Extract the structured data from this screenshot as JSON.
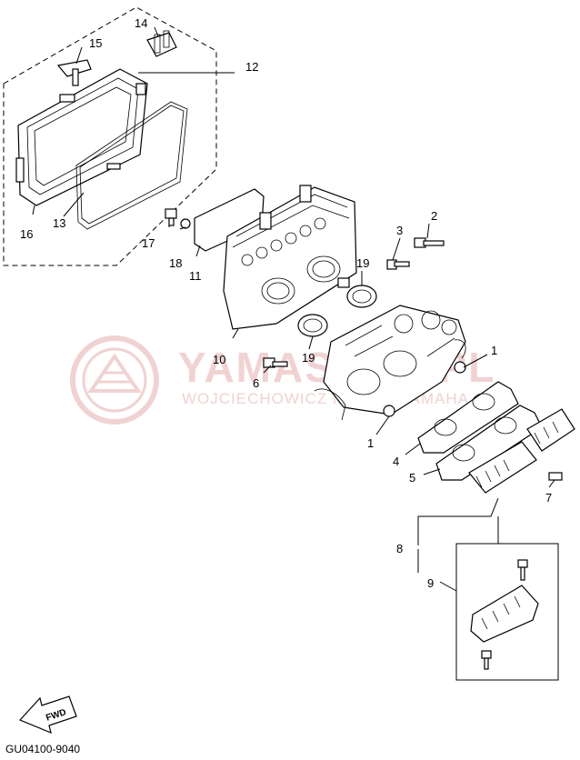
{
  "watermark": {
    "brand": "YAMASHOP.PL",
    "sub": "WOJCIECHOWICZ MOTOR YAMAHA"
  },
  "callouts": {
    "c1a": "1",
    "c1b": "1",
    "c2": "2",
    "c3": "3",
    "c4": "4",
    "c5": "5",
    "c6": "6",
    "c7": "7",
    "c8": "8",
    "c9": "9",
    "c10": "10",
    "c11": "11",
    "c12": "12",
    "c13": "13",
    "c14": "14",
    "c15": "15",
    "c16": "16",
    "c17": "17",
    "c18": "18",
    "c19a": "19",
    "c19b": "19"
  },
  "fwd_label": "FWD",
  "footer_code": "GU04100-9040"
}
